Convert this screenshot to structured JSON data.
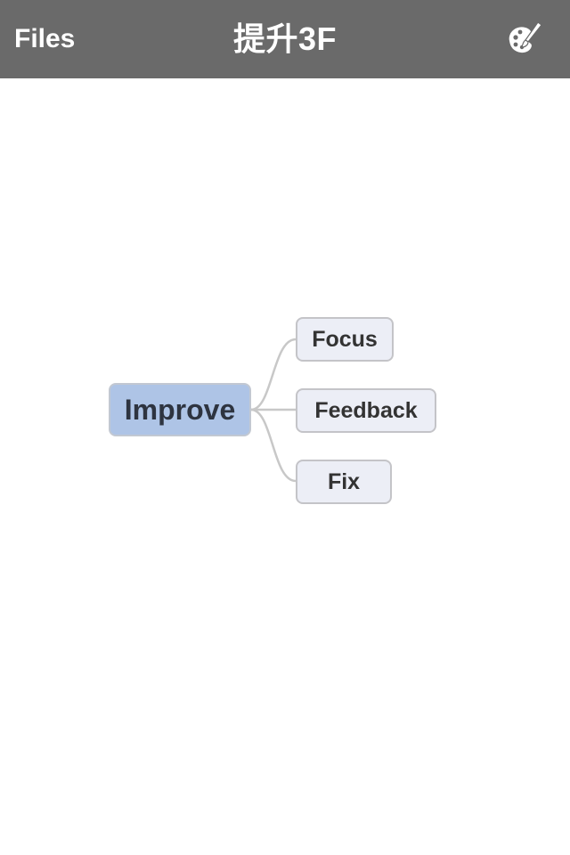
{
  "navbar": {
    "left_label": "Files",
    "title": "提升3F",
    "right_icon": "palette-brush-icon"
  },
  "mindmap": {
    "root": "Improve",
    "children": [
      "Focus",
      "Feedback",
      "Fix"
    ]
  },
  "colors": {
    "navbar_bg": "#6a6a6a",
    "root_fill": "#aec4e6",
    "child_fill": "#eceef6",
    "node_border": "#c4c4c8",
    "connector": "#c8c8c8"
  }
}
